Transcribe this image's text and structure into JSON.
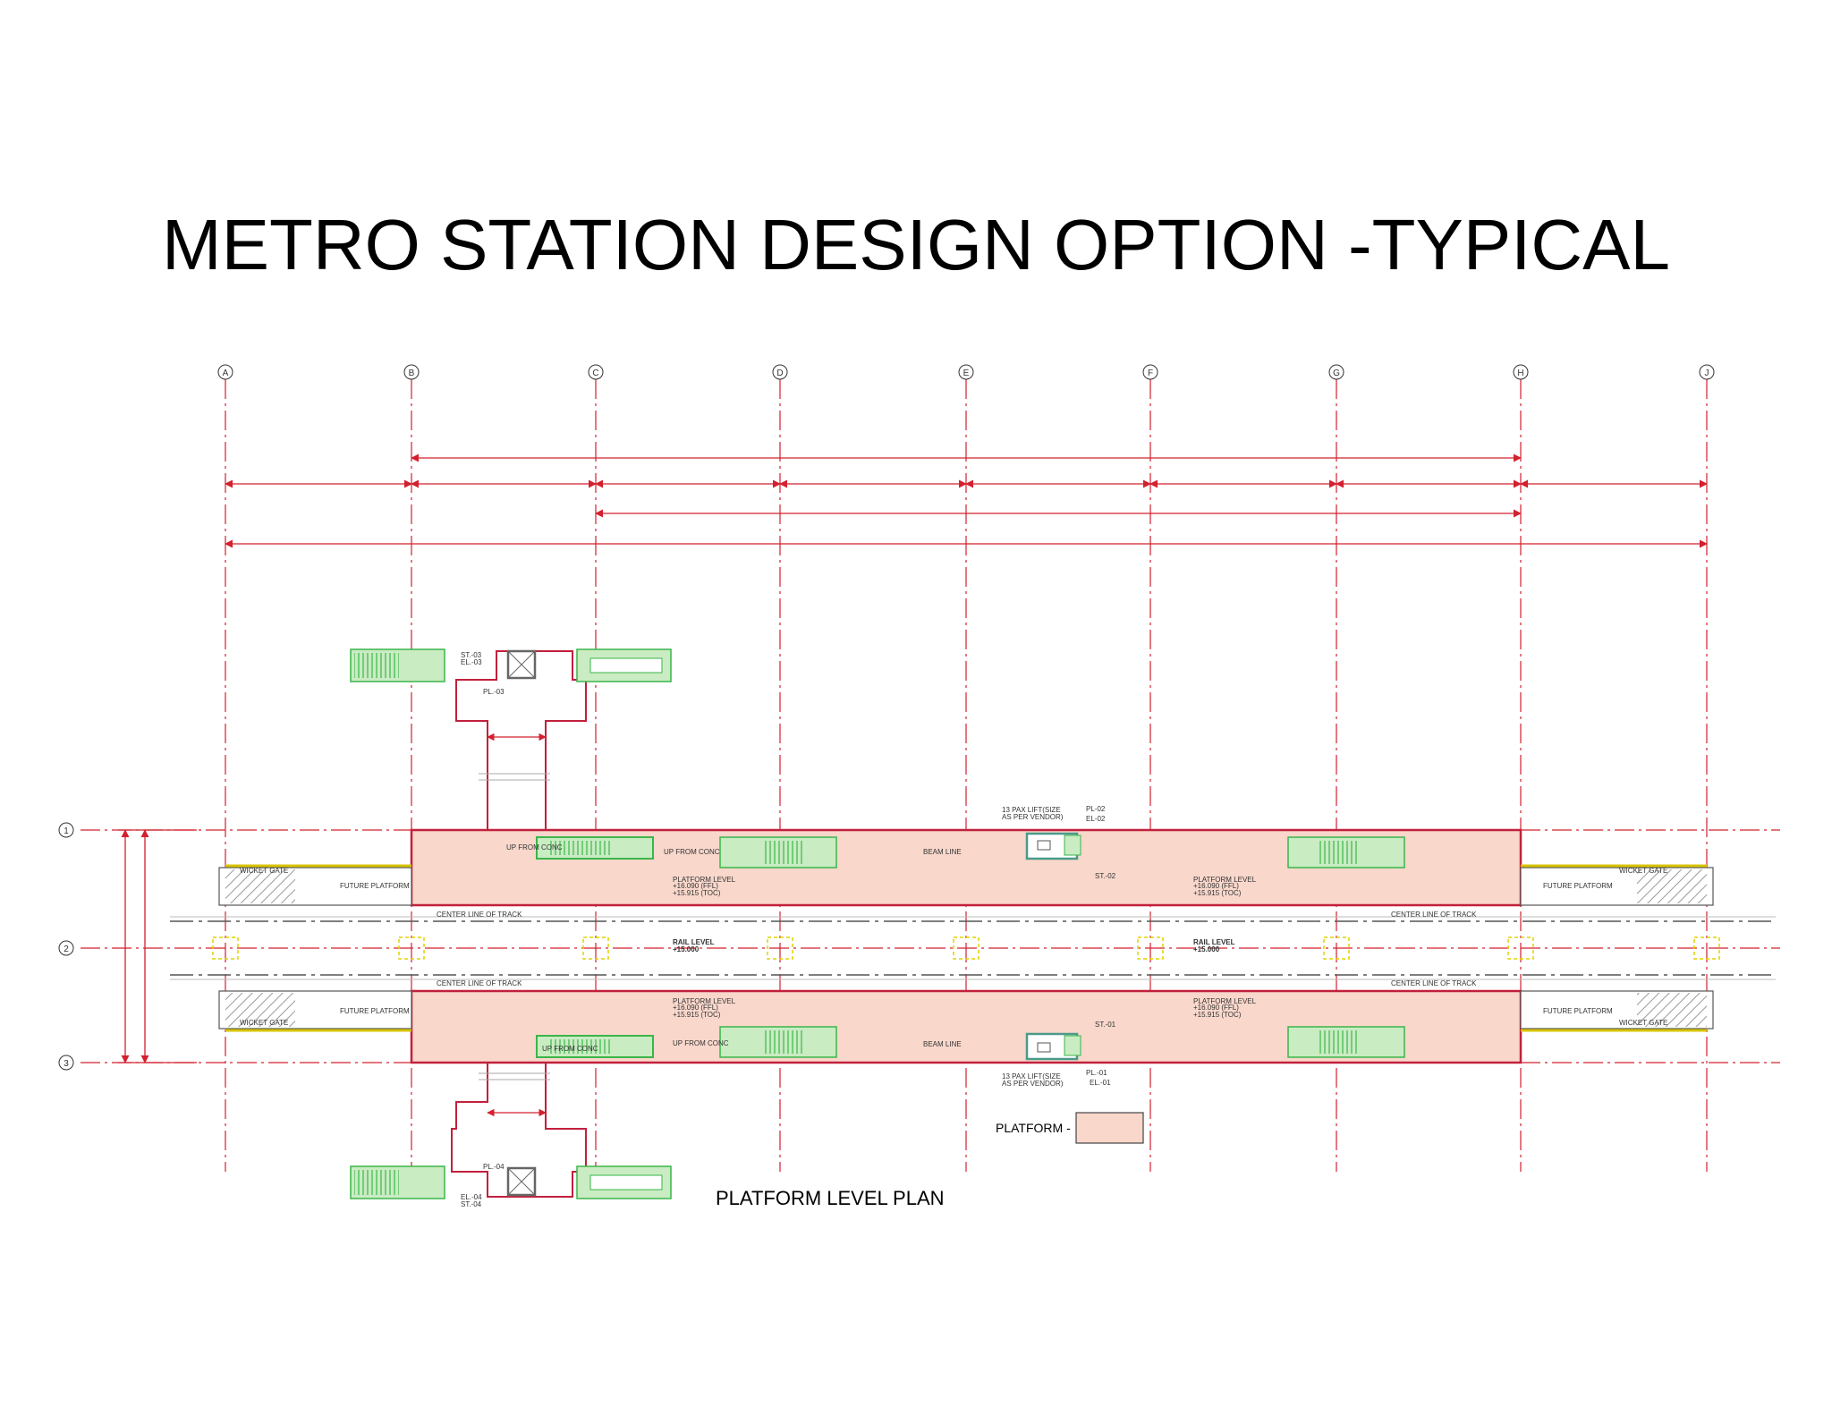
{
  "title": "METRO STATION DESIGN OPTION -TYPICAL",
  "plan_title": "PLATFORM LEVEL PLAN",
  "legend": {
    "label": "PLATFORM -",
    "swatch_color": "#f9d7cb"
  },
  "grid_columns": [
    "A",
    "B",
    "C",
    "D",
    "E",
    "F",
    "G",
    "H",
    "J"
  ],
  "grid_rows": [
    "1",
    "2",
    "3"
  ],
  "labels": {
    "wicket_gate": "WICKET GATE",
    "future_platform": "FUTURE PLATFORM",
    "center_line": "CENTER LINE OF TRACK",
    "up_from_conc": "UP FROM CONC",
    "beam_line": "BEAM LINE",
    "platform_level": "PLATFORM LEVEL",
    "ffl": "+16.090 (FFL)",
    "toc": "+15.915 (TOC)",
    "rail_level": "RAIL LEVEL",
    "rail_value": "+15.000",
    "lift_1": "13 PAX LIFT(SIZE",
    "lift_2": "AS PER VENDOR)",
    "pl02": "PL-02",
    "el02": "EL-02",
    "st02": "ST.-02",
    "pl01": "PL.-01",
    "el01": "EL.-01",
    "st01": "ST.-01",
    "st03": "ST.-03",
    "el03": "EL.-03",
    "pl03": "PL.-03",
    "pl04": "PL.-04",
    "el04": "EL.-04",
    "st04": "ST.-04"
  },
  "colors": {
    "red": "#d3202f",
    "platform_fill": "#f9d7cb",
    "green": "#3bb54a",
    "green_fill": "#c9ecc3",
    "hatch": "#9a9a9a"
  }
}
